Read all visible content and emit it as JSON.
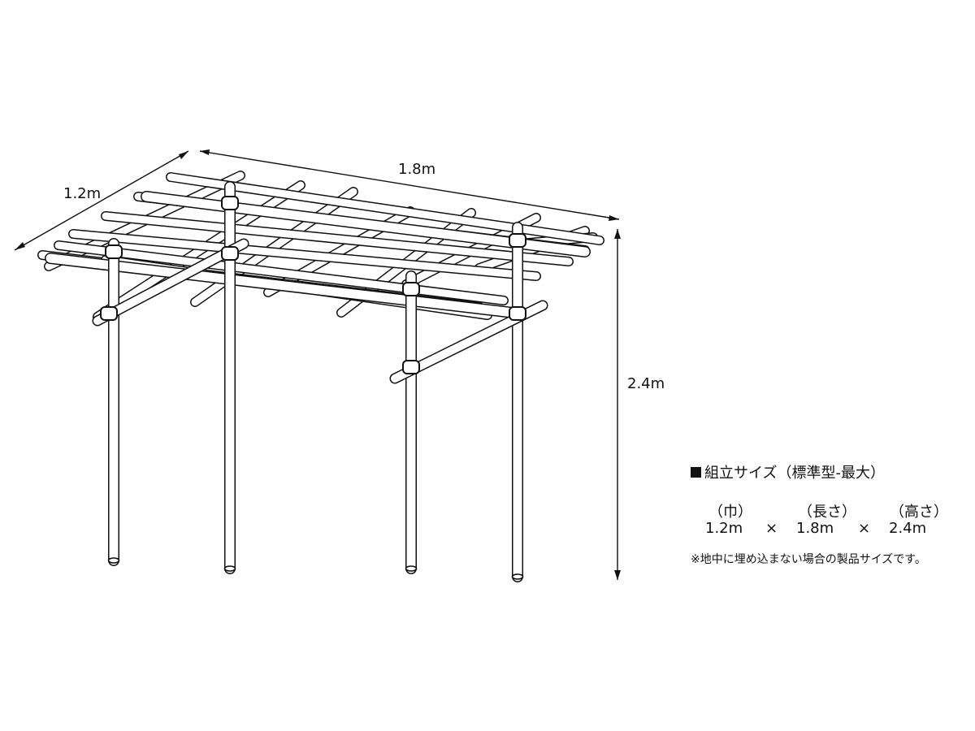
{
  "dimensions": {
    "width": "1.2m",
    "length": "1.8m",
    "height": "2.4m"
  },
  "spec": {
    "title": "組立サイズ（標準型-最大）",
    "headers": [
      "（巾）",
      "（長さ）",
      "（高さ）"
    ],
    "values": [
      "1.2m",
      "1.8m",
      "2.4m"
    ],
    "separator": "×",
    "note": "※地中に埋め込まない場合の製品サイズです。"
  },
  "colors": {
    "line": "#111111",
    "background": "#ffffff"
  }
}
